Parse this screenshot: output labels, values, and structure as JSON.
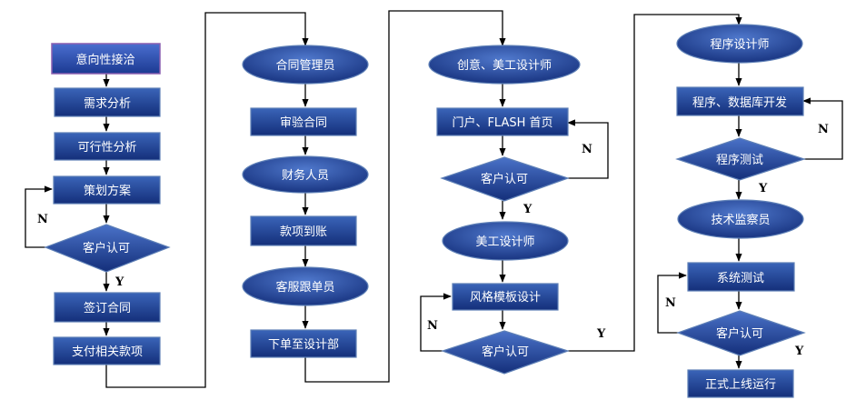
{
  "colors": {
    "node_top": "#3a64b8",
    "node_bottom": "#142f7a",
    "first_node_top": "#4a6ecf",
    "first_node_bottom": "#1c3a92",
    "edge": "#000000",
    "text": "#ffffff"
  },
  "nodes": {
    "yixiang": "意向性接洽",
    "xuqiu": "需求分析",
    "kexing": "可行性分析",
    "cehua": "策划方案",
    "kehu1": "客户认可",
    "qianding": "签订合同",
    "zhifu": "支付相关款项",
    "hetong_gly": "合同管理员",
    "shenyan": "审验合同",
    "caiwu": "财务人员",
    "kuanxiang": "款项到账",
    "kefu": "客服跟单员",
    "xiadan": "下单至设计部",
    "chuangyi": "创意、美工设计师",
    "menhu": "门户、FLASH 首页",
    "kehu2": "客户认可",
    "meigong": "美工设计师",
    "fengge": "风格模板设计",
    "kehu3": "客户认可",
    "chengxu_sjs": "程序设计师",
    "chengxu_kf": "程序、数据库开发",
    "chengxu_cs": "程序测试",
    "jishu": "技术监察员",
    "xitong": "系统测试",
    "kehu4": "客户认可",
    "zhengshi": "正式上线运行"
  },
  "labels": {
    "n1": "N",
    "y1": "Y",
    "n2": "N",
    "y2": "Y",
    "n3": "N",
    "y3": "Y",
    "n4": "N",
    "y4": "Y",
    "n5": "N",
    "y5": "Y"
  }
}
